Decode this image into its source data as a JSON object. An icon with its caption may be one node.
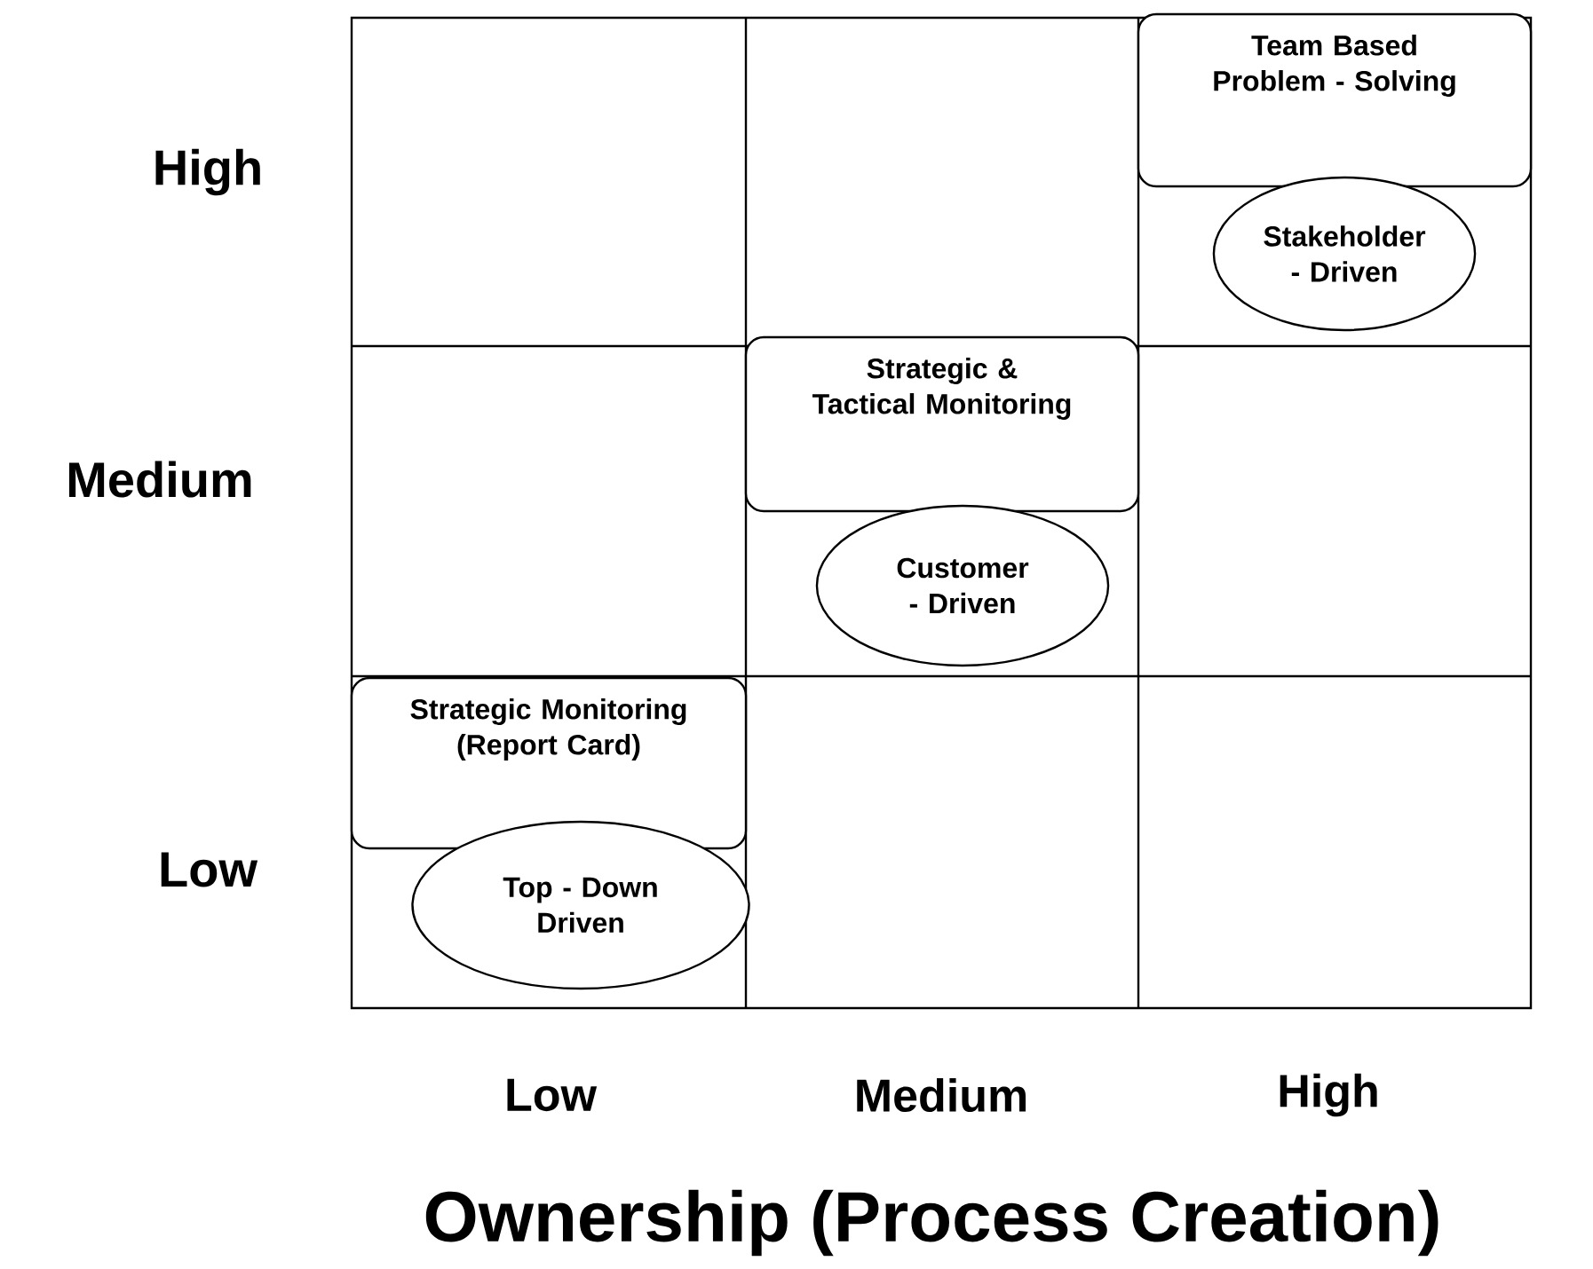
{
  "diagram": {
    "nodes": [
      {
        "text": [
          "Team Based Problem - Solving"
        ]
      },
      {
        "text": [
          "Stakeholder - Driven"
        ]
      },
      {
        "text": [
          "Strategic & Tactical Monitoring"
        ]
      },
      {
        "text": [
          "Customer - Driven"
        ]
      },
      {
        "text": [
          "Strategic Monitoring (Report Card)"
        ]
      },
      {
        "text": [
          "Top - Down Driven"
        ]
      }
    ],
    "labels": [
      "High",
      "Medium",
      "Low",
      "Low",
      "Medium",
      "High",
      "Ownership (Process Creation)"
    ]
  }
}
